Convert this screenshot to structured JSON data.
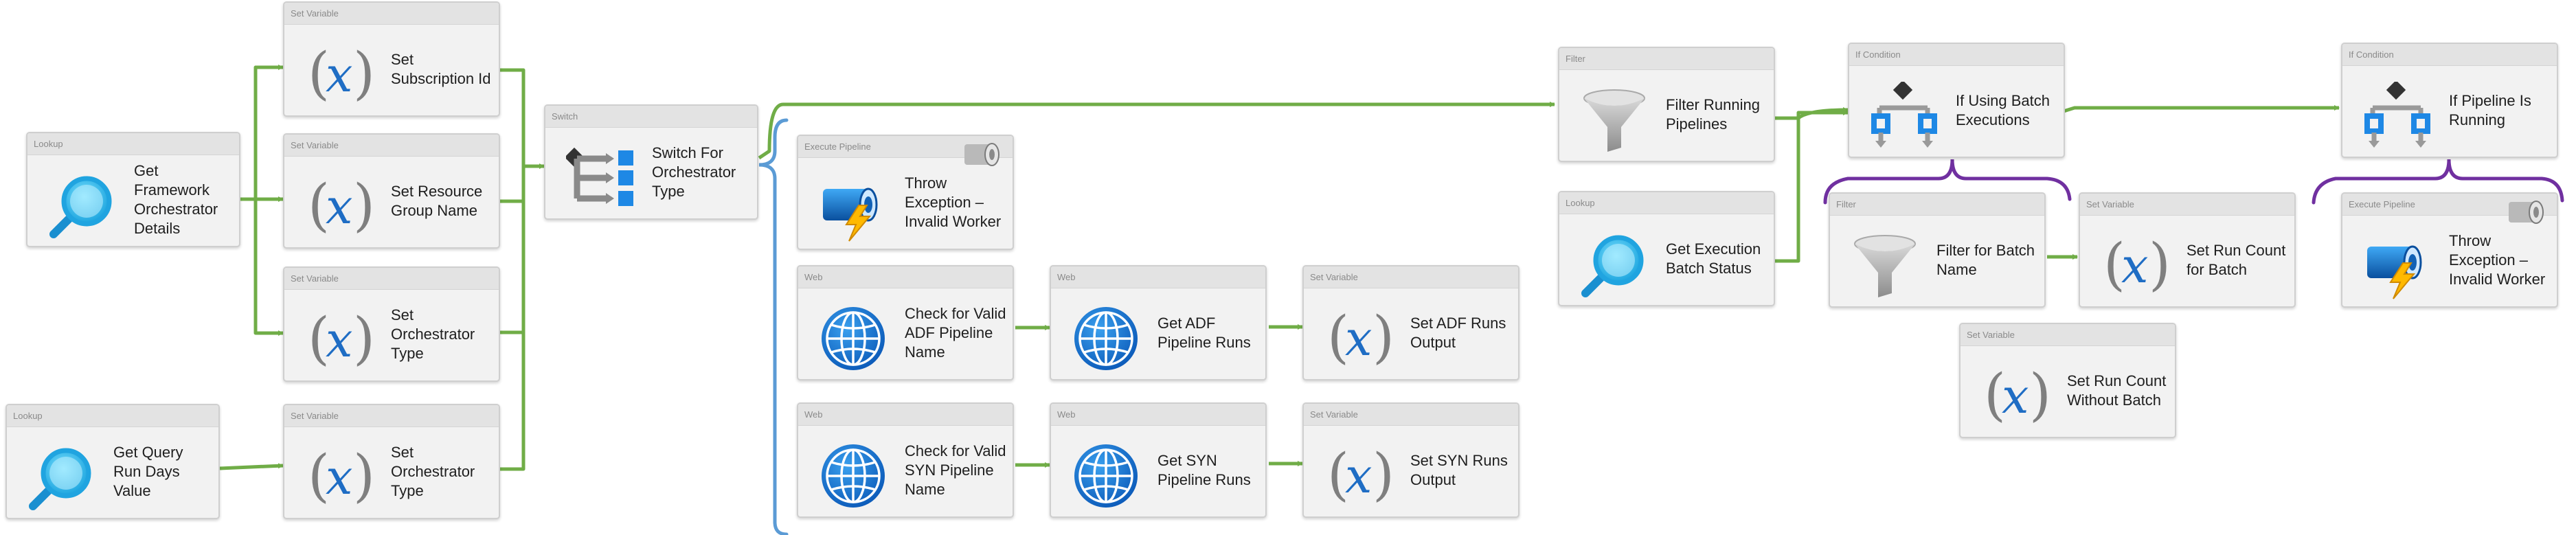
{
  "colors": {
    "connector": "#70ad47",
    "switch_bracket": "#5b9bd5",
    "if_bracket": "#7030a0",
    "card_bg": "#f2f2f2",
    "card_header": "#e3e3e3"
  },
  "activities": [
    {
      "name": "lookup-get-framework-orchestrator-details",
      "type": "Lookup",
      "label": "Get Framework Orchestrator Details",
      "icon": "magnifier-icon"
    },
    {
      "name": "set-variable-subscription-id",
      "type": "Set Variable",
      "label": "Set Subscription Id",
      "icon": "variable-x-icon"
    },
    {
      "name": "set-variable-resource-group-name",
      "type": "Set Variable",
      "label": "Set Resource Group Name",
      "icon": "variable-x-icon"
    },
    {
      "name": "set-variable-orchestrator-type-1",
      "type": "Set Variable",
      "label": "Set Orchestrator Type",
      "icon": "variable-x-icon"
    },
    {
      "name": "lookup-get-query-run-days-value",
      "type": "Lookup",
      "label": "Get Query Run Days Value",
      "icon": "magnifier-icon"
    },
    {
      "name": "set-variable-orchestrator-type-2",
      "type": "Set Variable",
      "label": "Set Orchestrator Type",
      "icon": "variable-x-icon"
    },
    {
      "name": "switch-for-orchestrator-type",
      "type": "Switch",
      "label": "Switch For Orchestrator Type",
      "icon": "switch-icon"
    },
    {
      "name": "execute-pipeline-throw-exception-1",
      "type": "Execute Pipeline",
      "label": "Throw Exception – Invalid Worker",
      "icon": "pipeline-bolt-icon",
      "badge": "pipeline-badge-icon"
    },
    {
      "name": "web-check-valid-adf-pipeline-name",
      "type": "Web",
      "label": "Check for Valid ADF Pipeline Name",
      "icon": "globe-icon"
    },
    {
      "name": "web-get-adf-pipeline-runs",
      "type": "Web",
      "label": "Get ADF Pipeline Runs",
      "icon": "globe-icon"
    },
    {
      "name": "set-variable-adf-runs-output",
      "type": "Set Variable",
      "label": "Set ADF Runs Output",
      "icon": "variable-x-icon"
    },
    {
      "name": "web-check-valid-syn-pipeline-name",
      "type": "Web",
      "label": "Check for Valid SYN Pipeline Name",
      "icon": "globe-icon"
    },
    {
      "name": "web-get-syn-pipeline-runs",
      "type": "Web",
      "label": "Get SYN Pipeline Runs",
      "icon": "globe-icon"
    },
    {
      "name": "set-variable-syn-runs-output",
      "type": "Set Variable",
      "label": "Set SYN Runs Output",
      "icon": "variable-x-icon"
    },
    {
      "name": "filter-running-pipelines",
      "type": "Filter",
      "label": "Filter Running Pipelines",
      "icon": "funnel-icon"
    },
    {
      "name": "lookup-get-execution-batch-status",
      "type": "Lookup",
      "label": "Get Execution Batch Status",
      "icon": "magnifier-icon"
    },
    {
      "name": "if-using-batch-executions",
      "type": "If Condition",
      "label": "If Using Batch Executions",
      "icon": "if-condition-icon"
    },
    {
      "name": "filter-for-batch-name",
      "type": "Filter",
      "label": "Filter for Batch Name",
      "icon": "funnel-icon"
    },
    {
      "name": "set-variable-run-count-for-batch",
      "type": "Set Variable",
      "label": "Set Run Count for Batch",
      "icon": "variable-x-icon"
    },
    {
      "name": "set-variable-run-count-without-batch",
      "type": "Set Variable",
      "label": "Set Run Count Without Batch",
      "icon": "variable-x-icon"
    },
    {
      "name": "if-pipeline-is-running",
      "type": "If Condition",
      "label": "If Pipeline Is Running",
      "icon": "if-condition-icon"
    },
    {
      "name": "execute-pipeline-throw-exception-2",
      "type": "Execute Pipeline",
      "label": "Throw Exception – Invalid Worker",
      "icon": "pipeline-bolt-icon",
      "badge": "pipeline-badge-icon"
    }
  ]
}
